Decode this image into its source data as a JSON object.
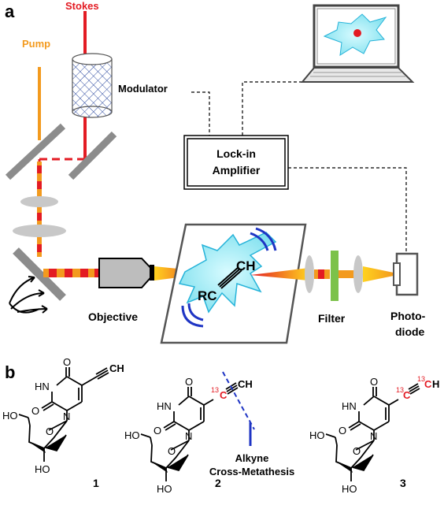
{
  "panel_a": {
    "panel_label": "a",
    "labels": {
      "stokes": "Stokes",
      "pump": "Pump",
      "modulator": "Modulator",
      "lockin_line1": "Lock-in",
      "lockin_line2": "Amplifier",
      "objective": "Objective",
      "filter": "Filter",
      "photodiode_line1": "Photo-",
      "photodiode_line2": "diode",
      "sample_ch": "CH",
      "sample_rc": "RC"
    },
    "colors": {
      "stokes": "#e31b23",
      "pump": "#f39a1e",
      "filter": "#7cc24a",
      "cell": "#8ee6f0",
      "cell_outline": "#26b3d9",
      "vibration_arcs": "#1f35c4"
    }
  },
  "panel_b": {
    "panel_label": "b",
    "compounds": [
      "1",
      "2",
      "3"
    ],
    "annotation_line1": "Alkyne",
    "annotation_line2": "Cross-Metathesis",
    "isotope_mass": "13",
    "isotope_color": "#e31b23",
    "atoms": {
      "carbonyl_o": "O",
      "nh": "HN",
      "n": "N",
      "ring_o": "O",
      "hydroxyl_5p": "HO",
      "hydroxyl_3p": "HO",
      "alkyne_ch": "CH",
      "carbon": "C",
      "hydrogen": "H"
    }
  }
}
